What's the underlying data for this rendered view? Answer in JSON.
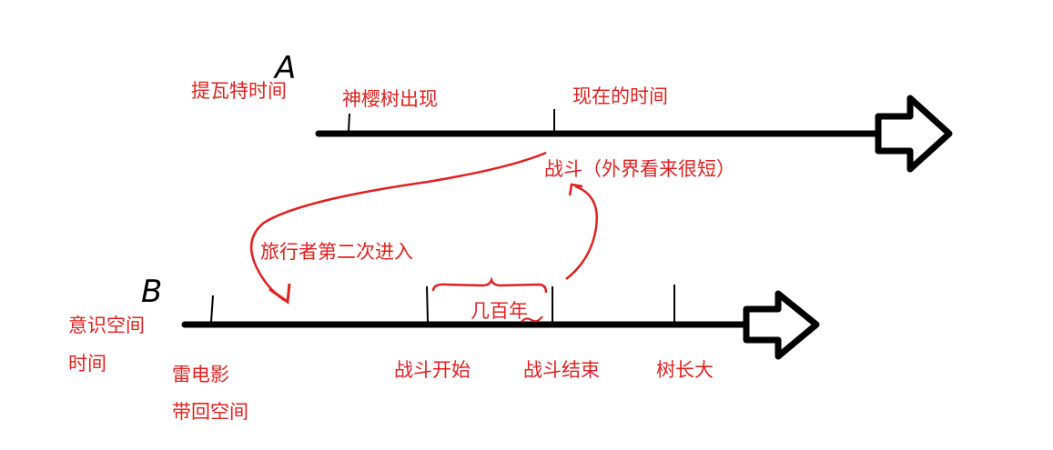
{
  "timeline_a": {
    "letter": "A",
    "name": "提瓦特时间",
    "ticks": [
      "神樱树出现",
      "现在的时间"
    ],
    "event": "战斗（外界看来很短）"
  },
  "timeline_b": {
    "letter": "B",
    "name_line1": "意识空间",
    "name_line2": "时间",
    "ticks": [
      {
        "line1": "雷电影",
        "line2": "带回空间"
      },
      {
        "line1": "战斗开始"
      },
      {
        "line1": "战斗结束"
      },
      {
        "line1": "树长大"
      }
    ],
    "span_label": "几百年"
  },
  "connector": {
    "enter_label": "旅行者第二次进入"
  },
  "colors": {
    "annotation": "#e02020",
    "axis": "#000000"
  }
}
